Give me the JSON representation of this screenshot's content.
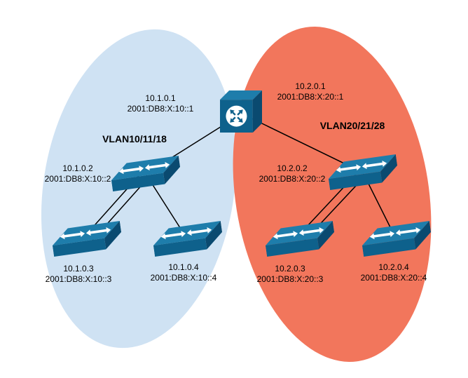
{
  "diagram": {
    "background": "#ffffff",
    "zones": {
      "left": {
        "vlan": "VLAN10/11/18",
        "fill": "#cfe2f3"
      },
      "right": {
        "vlan": "VLAN20/21/28",
        "fill": "#f2765c"
      }
    },
    "nodes": {
      "router": {
        "type": "router",
        "left_label": {
          "ip": "10.1.0.1",
          "ipv6": "2001:DB8:X:10::1"
        },
        "right_label": {
          "ip": "10.2.0.1",
          "ipv6": "2001:DB8:X:20::1"
        }
      },
      "dist_left": {
        "type": "switch",
        "ip": "10.1.0.2",
        "ipv6": "2001:DB8:X:10::2"
      },
      "access_left_1": {
        "type": "switch",
        "ip": "10.1.0.3",
        "ipv6": "2001:DB8:X:10::3"
      },
      "access_left_2": {
        "type": "switch",
        "ip": "10.1.0.4",
        "ipv6": "2001:DB8:X:10::4"
      },
      "dist_right": {
        "type": "switch",
        "ip": "10.2.0.2",
        "ipv6": "2001:DB8:X:20::2"
      },
      "access_right_1": {
        "type": "switch",
        "ip": "10.2.0.3",
        "ipv6": "2001:DB8:X:20::3"
      },
      "access_right_2": {
        "type": "switch",
        "ip": "10.2.0.4",
        "ipv6": "2001:DB8:X:20::4"
      }
    },
    "links": [
      {
        "from": "router",
        "to": "dist_left",
        "lines": 1
      },
      {
        "from": "router",
        "to": "dist_right",
        "lines": 1
      },
      {
        "from": "dist_left",
        "to": "access_left_1",
        "lines": 2
      },
      {
        "from": "dist_left",
        "to": "access_left_2",
        "lines": 1
      },
      {
        "from": "dist_right",
        "to": "access_right_1",
        "lines": 2
      },
      {
        "from": "dist_right",
        "to": "access_right_2",
        "lines": 1
      }
    ],
    "node_color": "#0e618c"
  }
}
